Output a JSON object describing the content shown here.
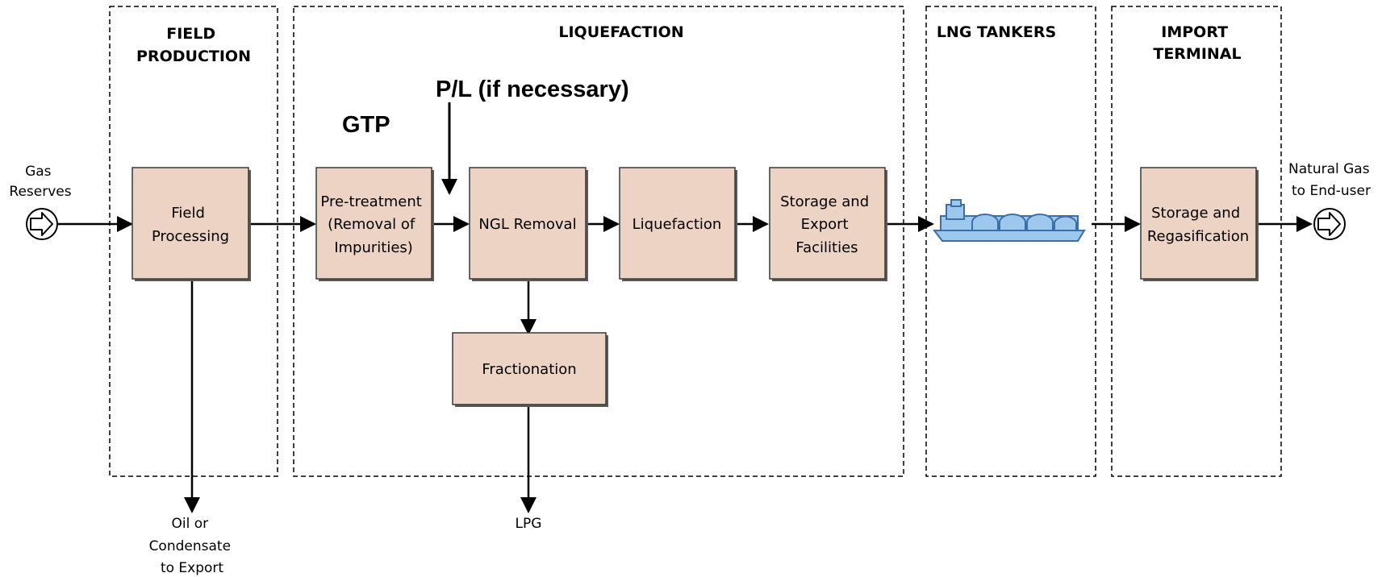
{
  "colors": {
    "box_fill": "#ecd3c4",
    "box_stroke": "#3a3a3a",
    "box_shadow": "#5a5a5a",
    "line": "#000000",
    "ship_fill": "#9cc8ee",
    "ship_stroke": "#3c6ea8"
  },
  "sections": {
    "field_production": [
      "FIELD",
      "PRODUCTION"
    ],
    "liquefaction": [
      "LIQUEFACTION"
    ],
    "lng_tankers": [
      "LNG TANKERS"
    ],
    "import_terminal": [
      "IMPORT",
      "TERMINAL"
    ]
  },
  "annotations": {
    "pl": "P/L (if necessary)",
    "gtp": "GTP"
  },
  "endpoints": {
    "gas_reserves": [
      "Gas",
      "Reserves"
    ],
    "natural_gas": [
      "Natural Gas",
      "to End-user"
    ],
    "oil_condensate": [
      "Oil or",
      "Condensate",
      "to Export"
    ],
    "lpg": [
      "LPG"
    ]
  },
  "boxes": {
    "field_processing": [
      "Field",
      "Processing"
    ],
    "pretreatment": [
      "Pre-treatment",
      "(Removal of",
      "Impurities)"
    ],
    "ngl_removal": [
      "NGL Removal"
    ],
    "liquefaction": [
      "Liquefaction"
    ],
    "storage_export": [
      "Storage and",
      "Export",
      "Facilities"
    ],
    "fractionation": [
      "Fractionation"
    ],
    "storage_regas": [
      "Storage and",
      "Regasification"
    ]
  },
  "icons": {
    "source": "flow-inlet-icon",
    "sink": "flow-outlet-icon",
    "tanker": "lng-tanker-ship-icon"
  }
}
